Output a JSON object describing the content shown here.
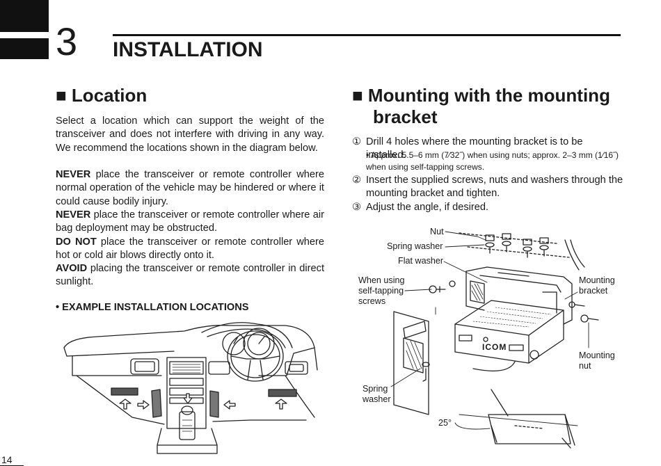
{
  "chapter": {
    "number": "3",
    "title": "INSTALLATION"
  },
  "location": {
    "heading": "■ Location",
    "intro": "Select a location which can support the weight of the transceiver and does not interfere with driving in any way. We recommend the locations shown in the diagram below.",
    "warnings": [
      {
        "keyword": "NEVER",
        "text": " place the transceiver or remote controller where normal operation of the vehicle may be hindered or where it could cause bodily injury."
      },
      {
        "keyword": "NEVER",
        "text": " place the transceiver or remote controller where air bag deployment may be obstructed."
      },
      {
        "keyword": "DO NOT",
        "text": " place the transceiver or remote controller where hot or cold air blows directly onto it."
      },
      {
        "keyword": "AVOID",
        "text": " placing the transceiver or remote controller in direct sunlight."
      }
    ],
    "example_title": "• EXAMPLE INSTALLATION LOCATIONS"
  },
  "mounting": {
    "heading_line1": "■ Mounting with the mounting",
    "heading_line2": "bracket",
    "steps": [
      {
        "num": "①",
        "text": "Drill 4 holes where the mounting bracket is to be installed."
      },
      {
        "num": "②",
        "text": "Insert the supplied screws, nuts and washers through the mounting bracket and tighten."
      },
      {
        "num": "③",
        "text": "Adjust the angle, if desired."
      }
    ],
    "step1_note": "• Approx. 5.5–6 mm (7⁄32˝) when using nuts; approx. 2–3 mm (1⁄16˝) when using self-tapping screws."
  },
  "diagram_labels": {
    "nut": "Nut",
    "spring_washer": "Spring washer",
    "flat_washer": "Flat washer",
    "self_tapping": "When using\nself-tapping\nscrews",
    "mounting_bracket": "Mounting\nbracket",
    "mounting_nut": "Mounting\nnut",
    "spring_washer_2": "Spring\nwasher",
    "angle": "25°",
    "brand": "ICOM"
  },
  "page_number": "14"
}
